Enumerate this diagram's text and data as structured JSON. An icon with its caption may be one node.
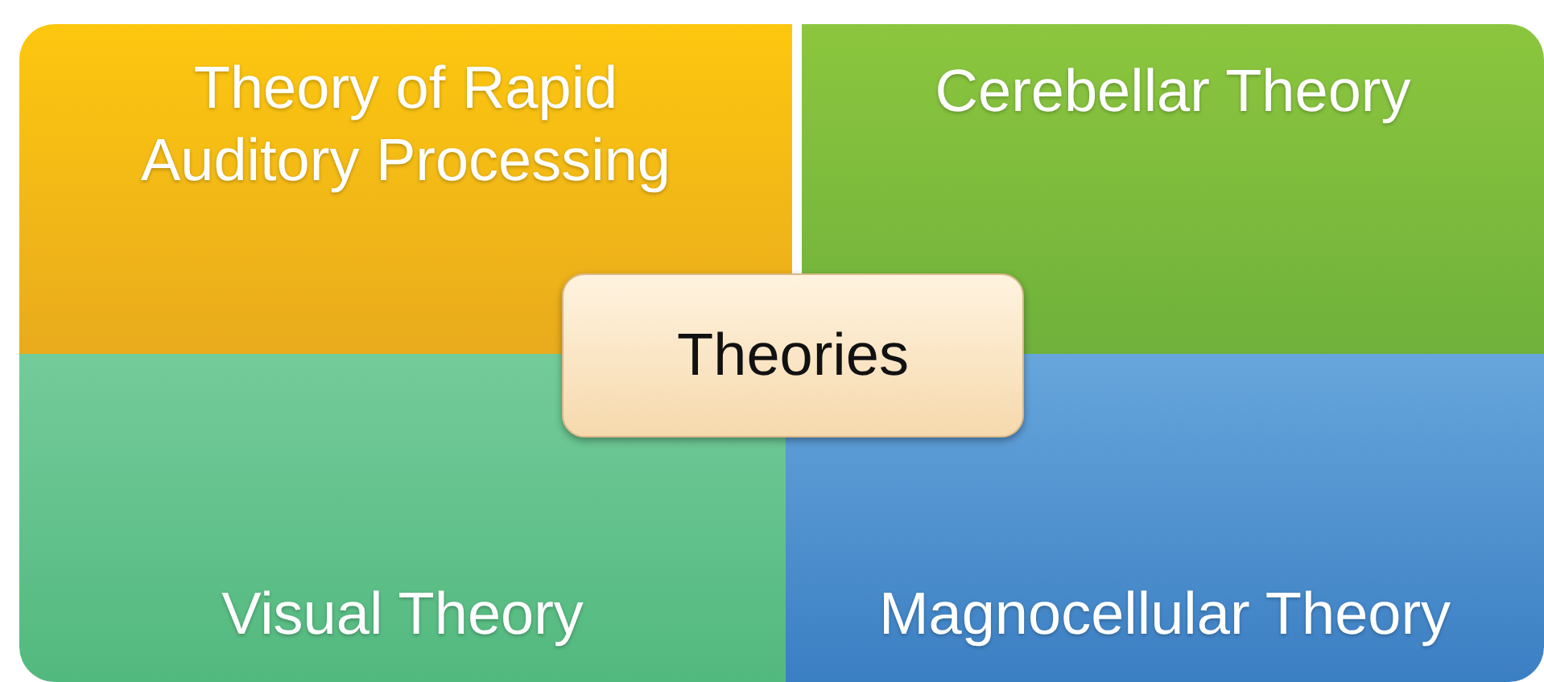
{
  "diagram": {
    "nodes": [
      {
        "text": [
          "Theory of Rapid Auditory Processing"
        ]
      },
      {
        "text": [
          "Cerebellar Theory"
        ]
      },
      {
        "text": [
          "Theories"
        ]
      },
      {
        "text": [
          "Visual Theory"
        ]
      },
      {
        "text": [
          "Magnocellular Theory"
        ]
      }
    ]
  }
}
